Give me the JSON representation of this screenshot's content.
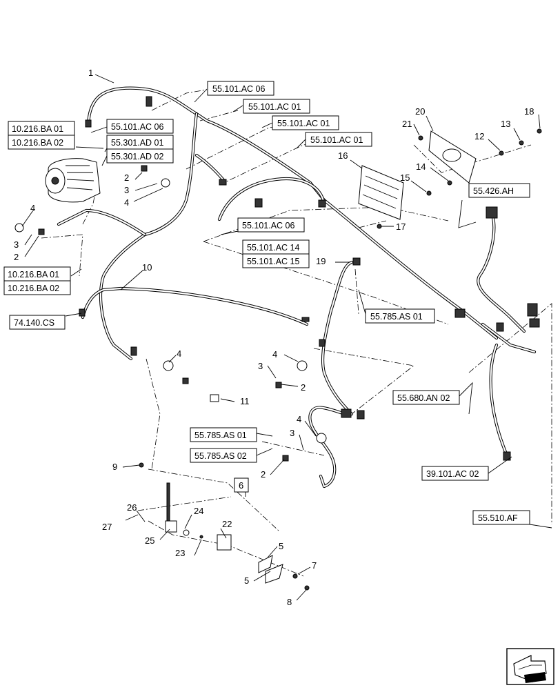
{
  "callouts": {
    "c1": "1",
    "c2a": "2",
    "c3a": "3",
    "c4a": "4",
    "c2b": "2",
    "c3b": "3",
    "c4b": "4",
    "c4c": "4",
    "c3c": "3",
    "c2c": "2",
    "c4d": "4",
    "c3d": "3",
    "c2d": "2",
    "c5a": "5",
    "c5b": "5",
    "c6": "6",
    "c7": "7",
    "c8": "8",
    "c9": "9",
    "c10": "10",
    "c11": "11",
    "c12": "12",
    "c13": "13",
    "c14": "14",
    "c15": "15",
    "c16": "16",
    "c17": "17",
    "c18": "18",
    "c19": "19",
    "c20": "20",
    "c21": "21",
    "c22": "22",
    "c23": "23",
    "c24": "24",
    "c25": "25",
    "c26": "26",
    "c27": "27"
  },
  "refs": {
    "r_101ac06_top": "55.101.AC 06",
    "r_101ac01_a": "55.101.AC 01",
    "r_101ac01_b": "55.101.AC 01",
    "r_101ac01_c": "55.101.AC 01",
    "r_216ba01_a": "10.216.BA 01",
    "r_216ba02_a": "10.216.BA 02",
    "r_101ac06_mid": "55.101.AC 06",
    "r_301ad01": "55.301.AD 01",
    "r_301ad02": "55.301.AD 02",
    "r_216ba01_b": "10.216.BA 01",
    "r_216ba02_b": "10.216.BA 02",
    "r_74140cs": "74.140.CS",
    "r_101ac06_low": "55.101.AC 06",
    "r_101ac14": "55.101.AC 14",
    "r_101ac15": "55.101.AC 15",
    "r_785as01_a": "55.785.AS 01",
    "r_426ah": "55.426.AH",
    "r_680an02": "55.680.AN 02",
    "r_785as01_b": "55.785.AS 01",
    "r_785as02": "55.785.AS 02",
    "r_39101ac02": "39.101.AC 02",
    "r_510af": "55.510.AF"
  }
}
